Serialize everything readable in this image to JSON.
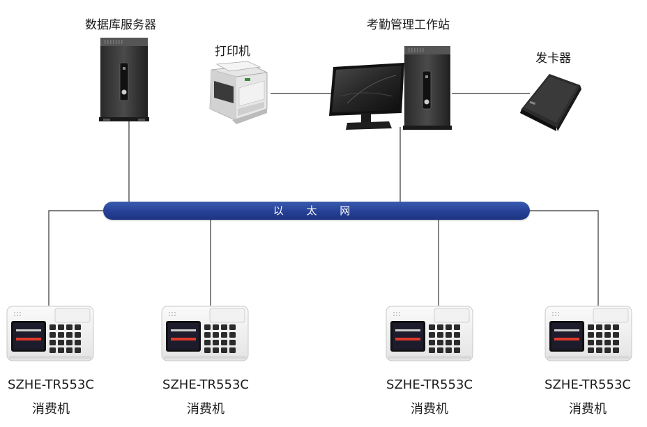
{
  "nodes": {
    "db_server": "数据库服务器",
    "printer": "打印机",
    "workstation": "考勤管理工作站",
    "card_issuer": "发卡器"
  },
  "network": {
    "label": "以 太 网",
    "color": "#243f93"
  },
  "terminals": [
    {
      "model": "SZHE-TR553C",
      "name": "消费机"
    },
    {
      "model": "SZHE-TR553C",
      "name": "消费机"
    },
    {
      "model": "SZHE-TR553C",
      "name": "消费机"
    },
    {
      "model": "SZHE-TR553C",
      "name": "消费机"
    }
  ]
}
